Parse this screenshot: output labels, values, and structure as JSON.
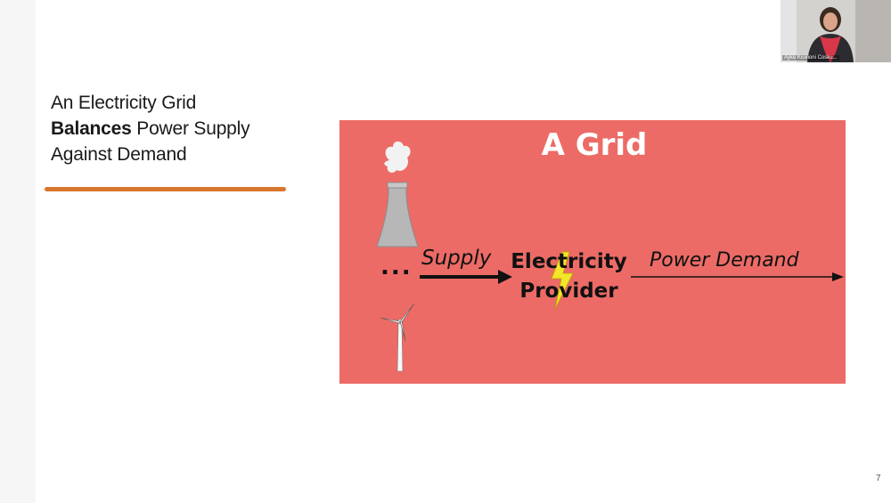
{
  "slide": {
    "title_line1": "An Electricity Grid",
    "title_bold": "Balances",
    "title_line2_rest": " Power Supply",
    "title_line3": "Against Demand",
    "accent_color": "#d9762e"
  },
  "diagram": {
    "title": "A Grid",
    "background_color": "#ec6b66",
    "ellipsis": "...",
    "supply_label": "Supply",
    "provider_line1": "Electricity",
    "provider_line2": "Provider",
    "demand_label": "Power Demand",
    "icons": [
      "cooling-tower-icon",
      "wind-turbine-icon",
      "lightning-bolt-icon"
    ]
  },
  "webcam": {
    "participant_name": "Ayke Kiokioni Cosku..."
  },
  "page_number": "7"
}
